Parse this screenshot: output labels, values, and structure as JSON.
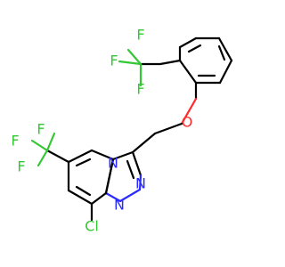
{
  "diagram": {
    "atom_labels": {
      "f_top_1": "F",
      "f_top_2": "F",
      "f_top_3": "F",
      "o_ether": "O",
      "f_left_1": "F",
      "f_left_2": "F",
      "f_left_3": "F",
      "n_ring": "N",
      "n_triazole_1": "N",
      "n_triazole_2": "N",
      "cl": "Cl"
    },
    "colors": {
      "carbon_bond": "#000000",
      "nitrogen": "#2b2bff",
      "oxygen": "#ff2a2a",
      "fluorine": "#34c734",
      "chlorine": "#34c734"
    }
  }
}
